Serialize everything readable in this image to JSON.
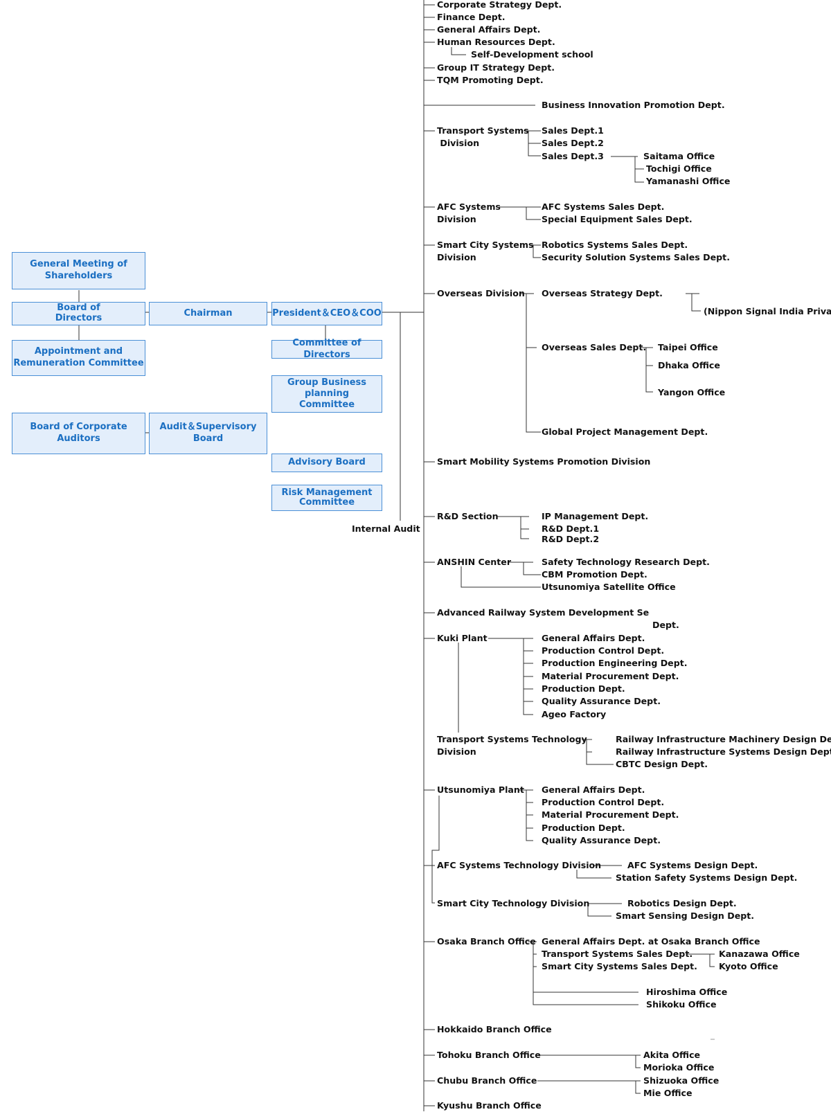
{
  "governance": {
    "general_meeting": "General Meeting of\nShareholders",
    "board_of_directors": "Board of\nDirectors",
    "chairman": "Chairman",
    "president": "President＆CEO＆COO",
    "appointment_committee": "Appointment and\nRemuneration Committee",
    "committee_of_directors": "Committee of Directors",
    "group_business_planning": "Group Business\nplanning\nCommittee",
    "board_of_corporate_auditors": "Board of Corporate\nAuditors",
    "audit_supervisory_board": "Audit＆Supervisory\nBoard",
    "advisory_board": "Advisory Board",
    "risk_management": "Risk Management\nCommittee",
    "internal_audit": "Internal Audit"
  },
  "org": {
    "corporate_strategy": "Corporate Strategy Dept.",
    "finance": "Finance Dept.",
    "general_affairs": "General Affairs Dept.",
    "human_resources": "Human Resources Dept.",
    "self_development": "Self-Development school",
    "group_it": "Group IT Strategy Dept.",
    "tqm": "TQM Promoting Dept.",
    "business_innovation": "Business Innovation Promotion Dept.",
    "transport_div": "Transport Systems\n Division",
    "sales1": "Sales Dept.1",
    "sales2": "Sales Dept.2",
    "sales3": "Sales Dept.3",
    "saitama": "Saitama Office",
    "tochigi": "Tochigi Office",
    "yamanashi": "Yamanashi Office",
    "afc_div": "AFC Systems\nDivision",
    "afc_sales": "AFC Systems Sales Dept.",
    "special_equipment": "Special Equipment Sales Dept.",
    "smart_city_div": "Smart City Systems\nDivision",
    "robotics_sales": "Robotics Systems Sales Dept.",
    "security_sales": "Security Solution Systems Sales Dept.",
    "overseas_div": "Overseas Division",
    "overseas_strategy": "Overseas Strategy Dept.",
    "india": "(Nippon Signal India Priva",
    "overseas_sales": "Overseas Sales Dept.",
    "taipei": "Taipei Office",
    "dhaka": "Dhaka Office",
    "yangon": "Yangon Office",
    "global_pm": "Global Project Management Dept.",
    "smart_mobility": "Smart Mobility Systems Promotion Division",
    "rd_section": "R&D Section",
    "ip_mgmt": "IP Management Dept.",
    "rd1": "R&D Dept.1",
    "rd2": "R&D Dept.2",
    "anshin": "ANSHIN Center",
    "safety_research": "Safety Technology Research Dept.",
    "cbm": "CBM Promotion Dept.",
    "utsunomiya_satellite": "Utsunomiya Satellite Office",
    "advanced_railway": "Advanced Railway System Development Sectio",
    "dept_fragment": "Dept.",
    "kuki": "Kuki Plant",
    "kuki_ga": "General Affairs Dept.",
    "kuki_pc": "Production Control Dept.",
    "kuki_pe": "Production Engineering Dept.",
    "kuki_mp": "Material Procurement Dept.",
    "kuki_prod": "Production Dept.",
    "kuki_qa": "Quality Assurance Dept.",
    "ageo": "Ageo Factory",
    "transport_tech": "Transport Systems Technology\nDivision",
    "rail_machinery": "Railway Infrastructure Machinery Design Dept",
    "rail_systems": "Railway Infrastructure Systems Design Dept.",
    "cbtc": "CBTC Design Dept.",
    "utsunomiya_plant": "Utsunomiya Plant",
    "ut_ga": "General Affairs Dept.",
    "ut_pc": "Production Control Dept.",
    "ut_mp": "Material Procurement Dept.",
    "ut_prod": "Production Dept.",
    "ut_qa": "Quality Assurance Dept.",
    "afc_tech": "AFC Systems Technology Division",
    "afc_design": "AFC Systems Design Dept.",
    "station_safety": "Station Safety Systems Design Dept.",
    "smart_city_tech": "Smart City Technology Division",
    "robotics_design": "Robotics Design Dept.",
    "smart_sensing": "Smart Sensing Design Dept.",
    "osaka": "Osaka Branch Office",
    "osaka_ga": "General Affairs Dept. at Osaka Branch Office",
    "osaka_transport": "Transport Systems Sales Dept.",
    "osaka_smart_city": "Smart City Systems Sales Dept.",
    "kanazawa": "Kanazawa Office",
    "kyoto": "Kyoto Office",
    "hiroshima": "Hiroshima Office",
    "shikoku": "Shikoku Office",
    "hokkaido": "Hokkaido Branch Office",
    "tohoku": "Tohoku Branch Office",
    "akita": "Akita Office",
    "morioka": "Morioka Office",
    "chubu": "Chubu Branch Office",
    "shizuoka": "Shizuoka Office",
    "mie": "Mie Office",
    "kyushu": "Kyushu Branch Office"
  }
}
